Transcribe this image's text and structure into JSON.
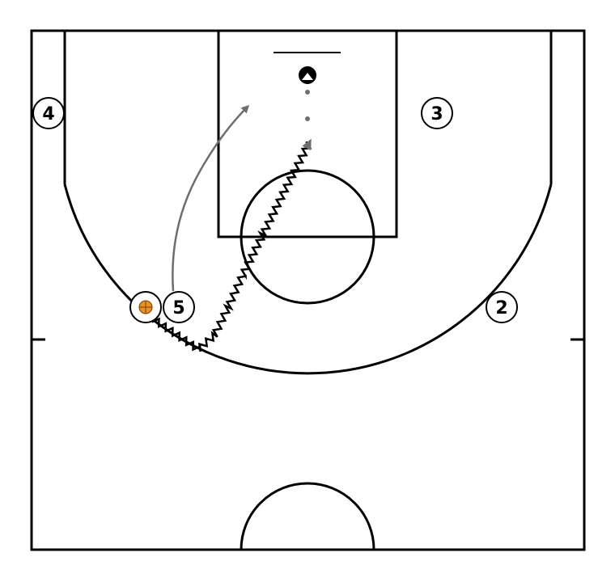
{
  "colors": {
    "court_line": "#000000",
    "pass_path": "#6e6e6e",
    "dribble_path": "#000000",
    "ball_fill": "#e8902a",
    "player_fill": "#ffffff"
  },
  "players": [
    {
      "id": "p4",
      "label": "4"
    },
    {
      "id": "p3",
      "label": "3"
    },
    {
      "id": "p5",
      "label": "5"
    },
    {
      "id": "p2",
      "label": "2"
    },
    {
      "id": "p1",
      "label": ""
    }
  ],
  "ball": {
    "icon": "basketball-icon",
    "held_by": "p1"
  },
  "movements": [
    {
      "type": "cut",
      "from": "p5",
      "style": "solid-arrow"
    },
    {
      "type": "dribble",
      "from": "p1",
      "style": "zigzag-arrow"
    }
  ]
}
